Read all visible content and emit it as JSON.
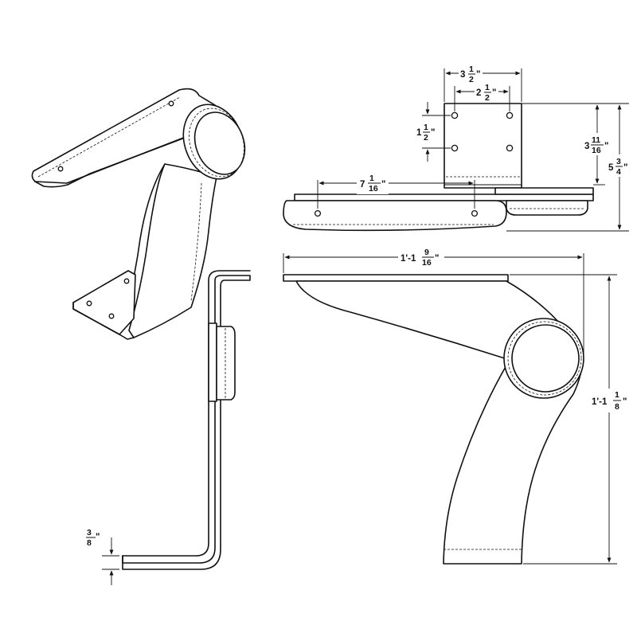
{
  "dimensions": {
    "top_view_outer_width": {
      "whole": "3",
      "num": "1",
      "den": "2",
      "unit": "\""
    },
    "top_view_hole_spacing_x": {
      "whole": "2",
      "num": "1",
      "den": "2",
      "unit": "\""
    },
    "top_view_hole_spacing_y": {
      "whole": "1",
      "num": "1",
      "den": "2",
      "unit": "\""
    },
    "top_view_plate_depth": {
      "whole": "3",
      "num": "11",
      "den": "16",
      "unit": "\""
    },
    "top_view_total_depth": {
      "whole": "5",
      "num": "3",
      "den": "4",
      "unit": "\""
    },
    "arm_pad_hole_spacing": {
      "whole": "7",
      "num": "1",
      "den": "16",
      "unit": "\""
    },
    "side_view_total_length": {
      "whole": "1'-1",
      "num": "9",
      "den": "16",
      "unit": "\""
    },
    "side_view_total_height": {
      "whole": "1'-1",
      "num": "1",
      "den": "8",
      "unit": "\""
    },
    "front_view_thickness": {
      "whole": "",
      "num": "3",
      "den": "8",
      "unit": "\""
    }
  }
}
